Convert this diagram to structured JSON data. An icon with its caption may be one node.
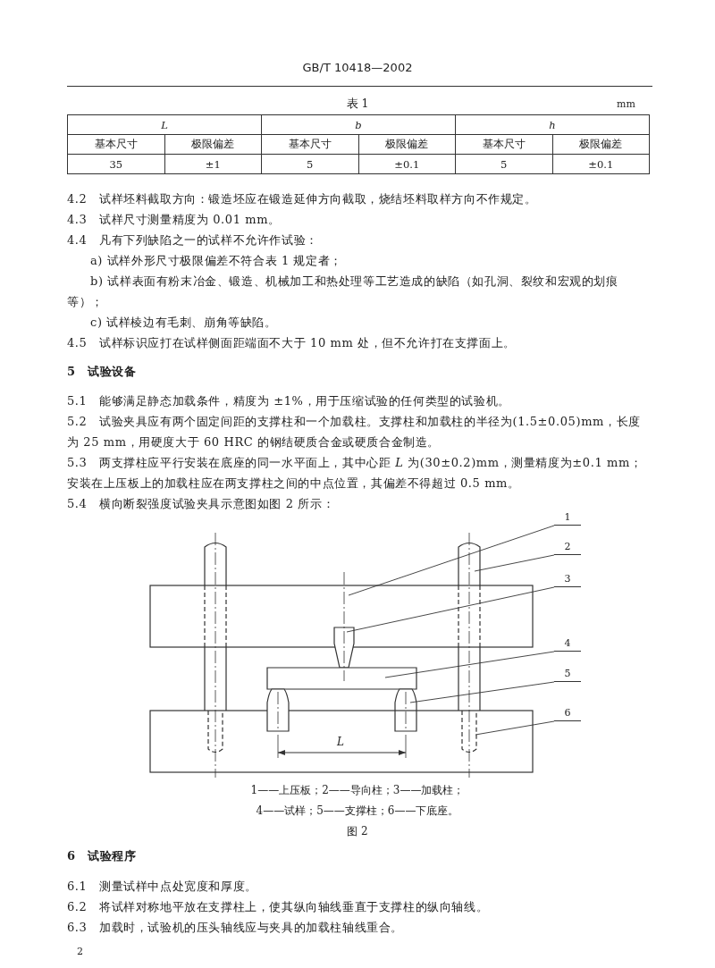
{
  "diagram": {
    "nodes": [
      {
        "text": [
          "1"
        ]
      },
      {
        "text": [
          "2"
        ]
      },
      {
        "text": [
          "3"
        ]
      },
      {
        "text": [
          "4"
        ]
      },
      {
        "text": [
          "5"
        ]
      },
      {
        "text": [
          "6"
        ]
      },
      {
        "text": [],
        "shape": "box"
      },
      {
        "text": [],
        "shape": "bar"
      },
      {
        "text": [],
        "shape": "bar"
      },
      {
        "text": [],
        "shape": "bar"
      },
      {
        "text": [],
        "shape": "bar"
      },
      {
        "text": [],
        "shape": "box"
      }
    ],
    "edges": [
      {
        "from": 0,
        "to": 6,
        "arrow": "none"
      },
      {
        "from": 1,
        "to": 7,
        "arrow": "none"
      },
      {
        "from": 2,
        "to": 8,
        "arrow": "none"
      },
      {
        "from": 3,
        "to": 9,
        "arrow": "none"
      },
      {
        "from": 4,
        "to": 10,
        "arrow": "none"
      },
      {
        "from": 5,
        "to": 11,
        "arrow": "none"
      }
    ],
    "labels": [
      "GB/T 10418—2002",
      "表 1",
      "mm",
      "L",
      "b",
      "h",
      "基本尺寸",
      "极限偏差",
      "基本尺寸",
      "极限偏差",
      "基本尺寸",
      "极限偏差",
      "35",
      "±1",
      "5",
      "±0.1",
      "5",
      "±0.1",
      "4.2　试样坯料截取方向：锻造坯应在锻造延伸方向截取，烧结坯料取样方向不作规定。",
      "4.3　试样尺寸测量精度为 0.01 mm。",
      "4.4　凡有下列缺陷之一的试样不允许作试验：",
      "a) 试样外形尺寸极限偏差不符合表 1 规定者；",
      "b) 试样表面有粉末冶金、锻造、机械加工和热处理等工艺造成的缺陷（如孔洞、裂纹和宏观的划痕等）；",
      "c) 试样棱边有毛刺、崩角等缺陷。",
      "4.5　试样标识应打在试样侧面距端面不大于 10 mm 处，但不允许打在支撑面上。",
      "5　试验设备",
      "5.1　能够满足静态加载条件，精度为 ±1%，用于压缩试验的任何类型的试验机。",
      "5.2　试验夹具应有两个固定间距的支撑柱和一个加载柱。支撑柱和加载柱的半径为(1.5±0.05)mm，长度为 25 mm，用硬度大于 60 HRC 的钢结硬质合金或硬质合金制造。",
      "5.3　两支撑柱应平行安装在底座的同一水平面上，其中心距 *L* 为(30±0.2)mm，测量精度为±0.1 mm；安装在上压板上的加载柱应在两支撑柱之间的中点位置，其偏差不得超过 0.5 mm。",
      "5.4　横向断裂强度试验夹具示意图如图 2 所示：",
      "L",
      "1——上压板；2——导向柱；3——加载柱；",
      "4——试样；5——支撑柱；6——下底座。",
      "图 2",
      "6　试验程序",
      "6.1　测量试样中点处宽度和厚度。",
      "6.2　将试样对称地平放在支撑柱上，使其纵向轴线垂直于支撑柱的纵向轴线。",
      "6.3　加载时，试验机的压头轴线应与夹具的加载柱轴线重合。",
      "2"
    ]
  }
}
